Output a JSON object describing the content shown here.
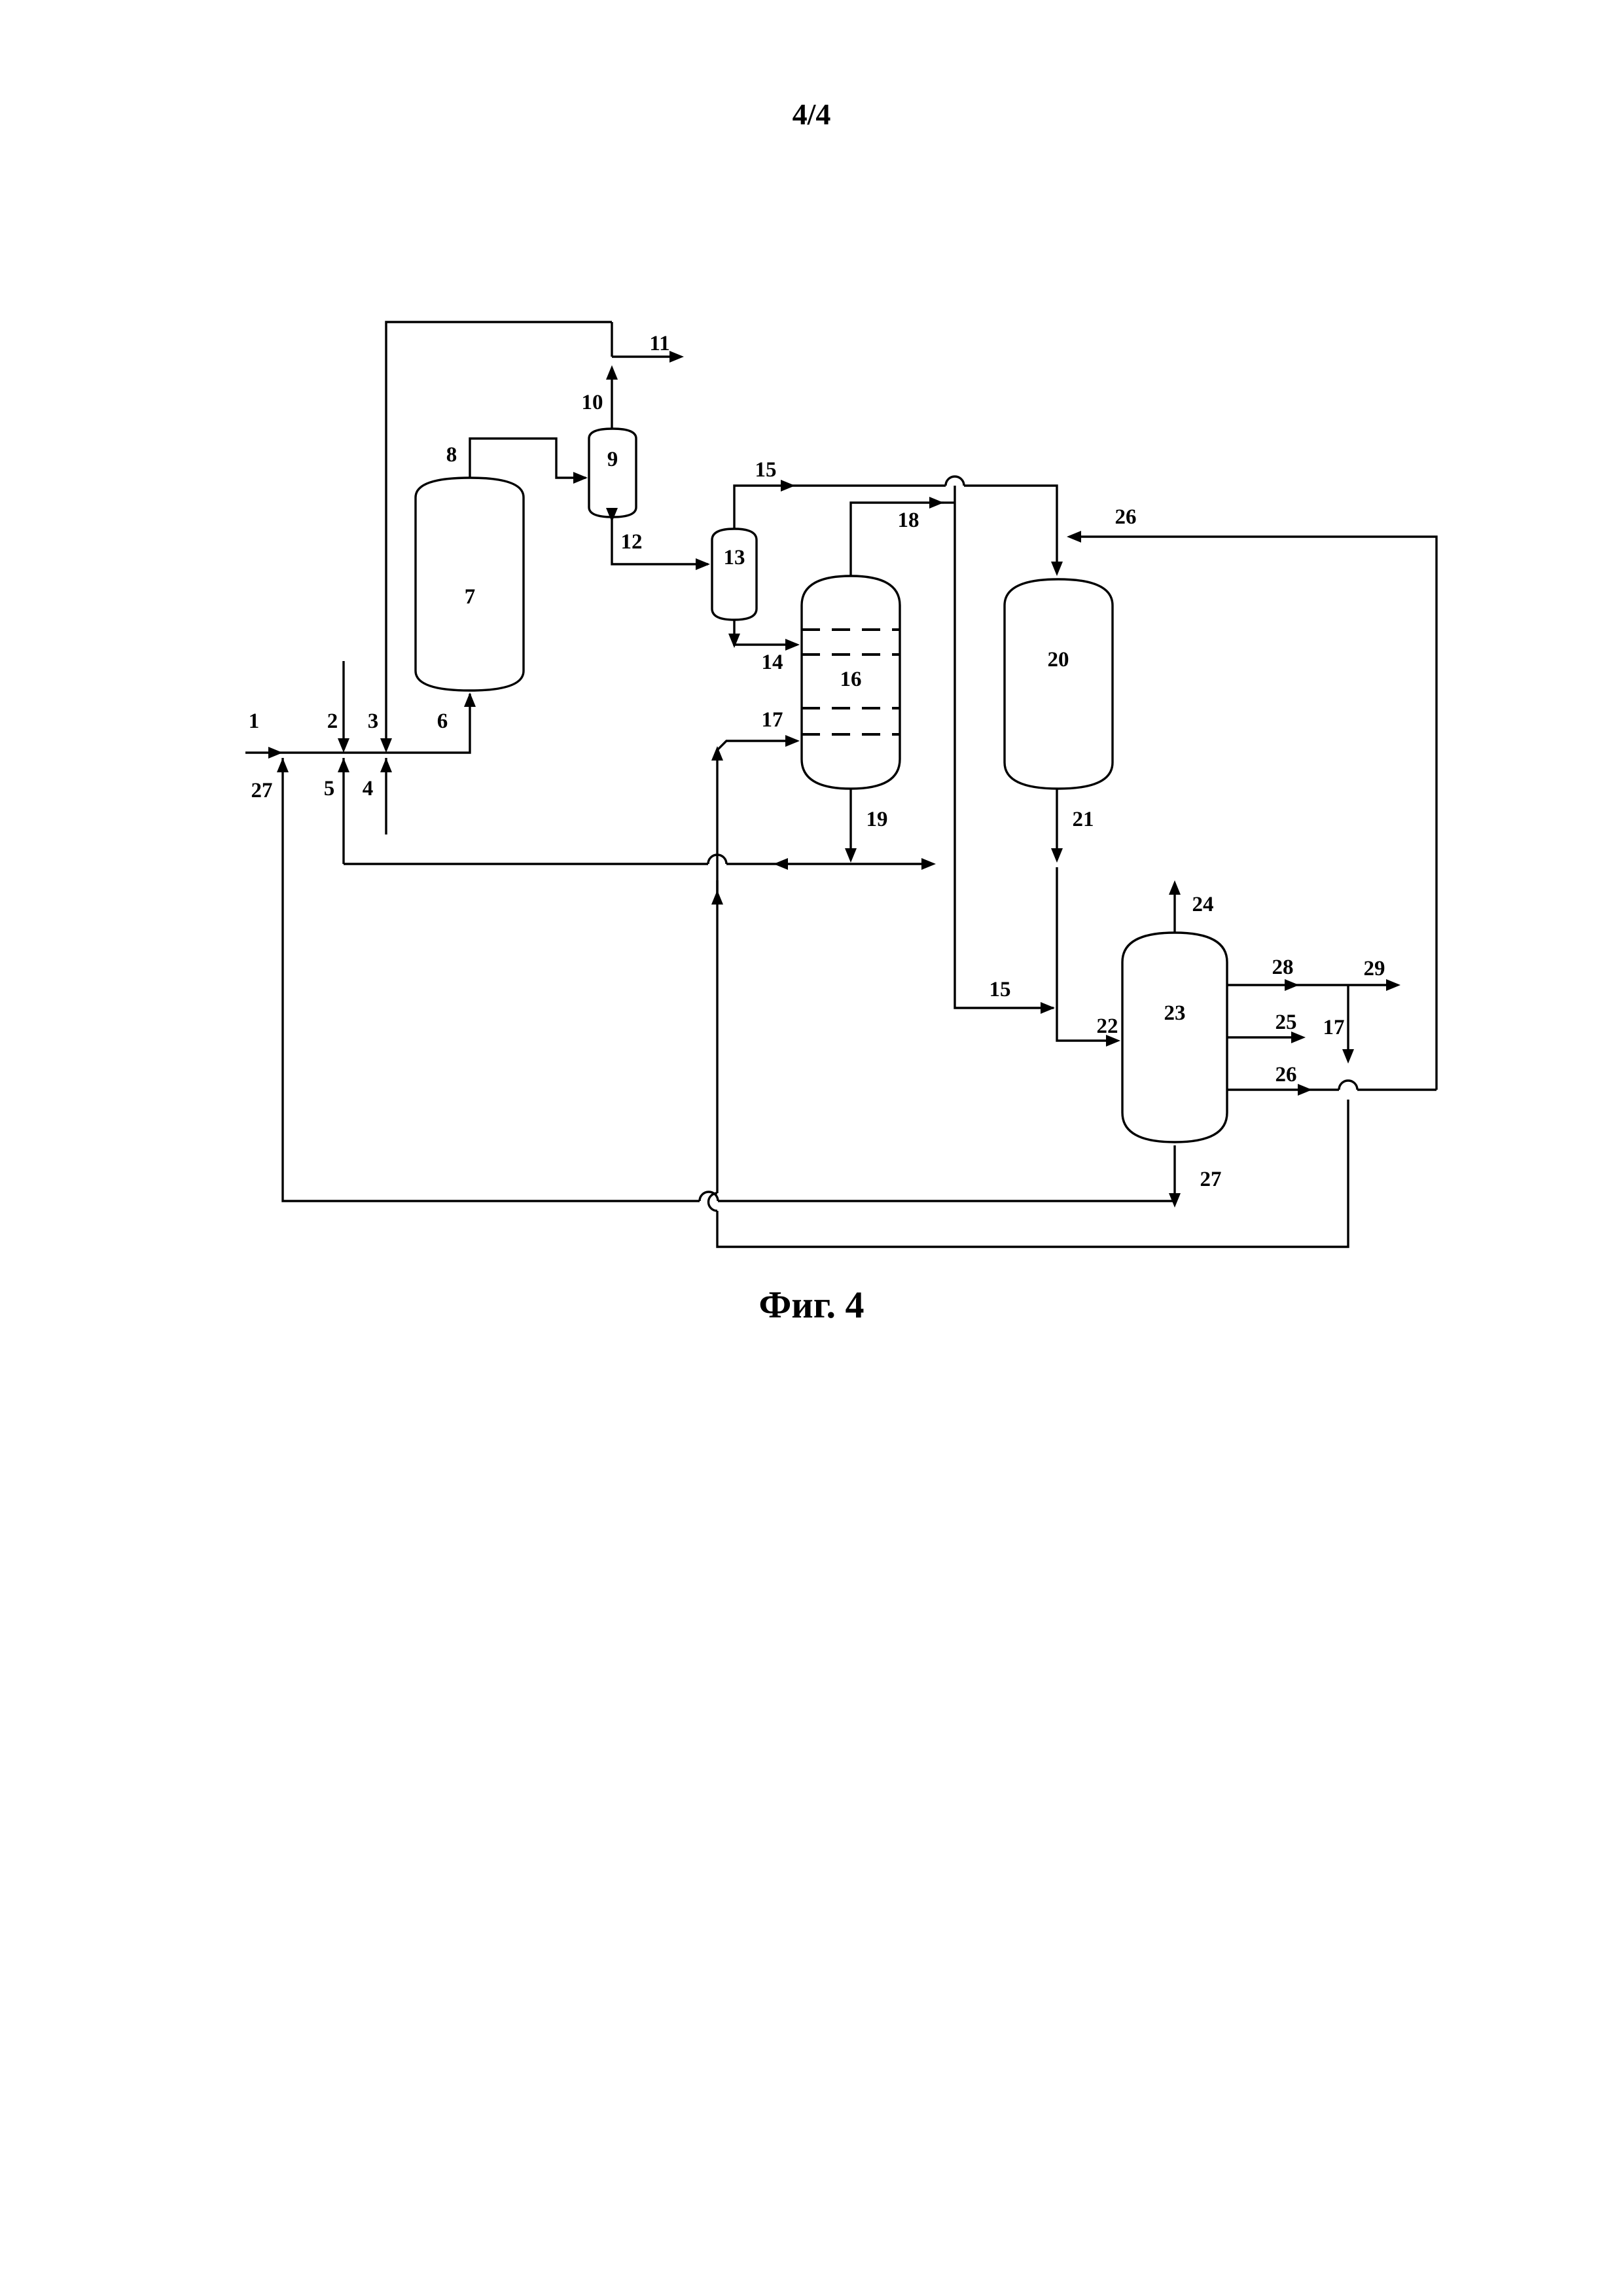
{
  "page_number": "4/4",
  "caption": "Фиг. 4",
  "equipment": {
    "v7": "7",
    "v9": "9",
    "v13": "13",
    "v16": "16",
    "v20": "20",
    "v23": "23"
  },
  "streams": {
    "s1": "1",
    "s2": "2",
    "s3": "3",
    "s4": "4",
    "s5": "5",
    "s6": "6",
    "s8": "8",
    "s10": "10",
    "s11": "11",
    "s12": "12",
    "s14": "14",
    "s15_top": "15",
    "s15_bottom": "15",
    "s17_left": "17",
    "s17_right": "17",
    "s18": "18",
    "s19": "19",
    "s21": "21",
    "s22": "22",
    "s24": "24",
    "s25": "25",
    "s26_top": "26",
    "s26_right": "26",
    "s27_left": "27",
    "s27_bottom": "27",
    "s28": "28",
    "s29": "29"
  }
}
